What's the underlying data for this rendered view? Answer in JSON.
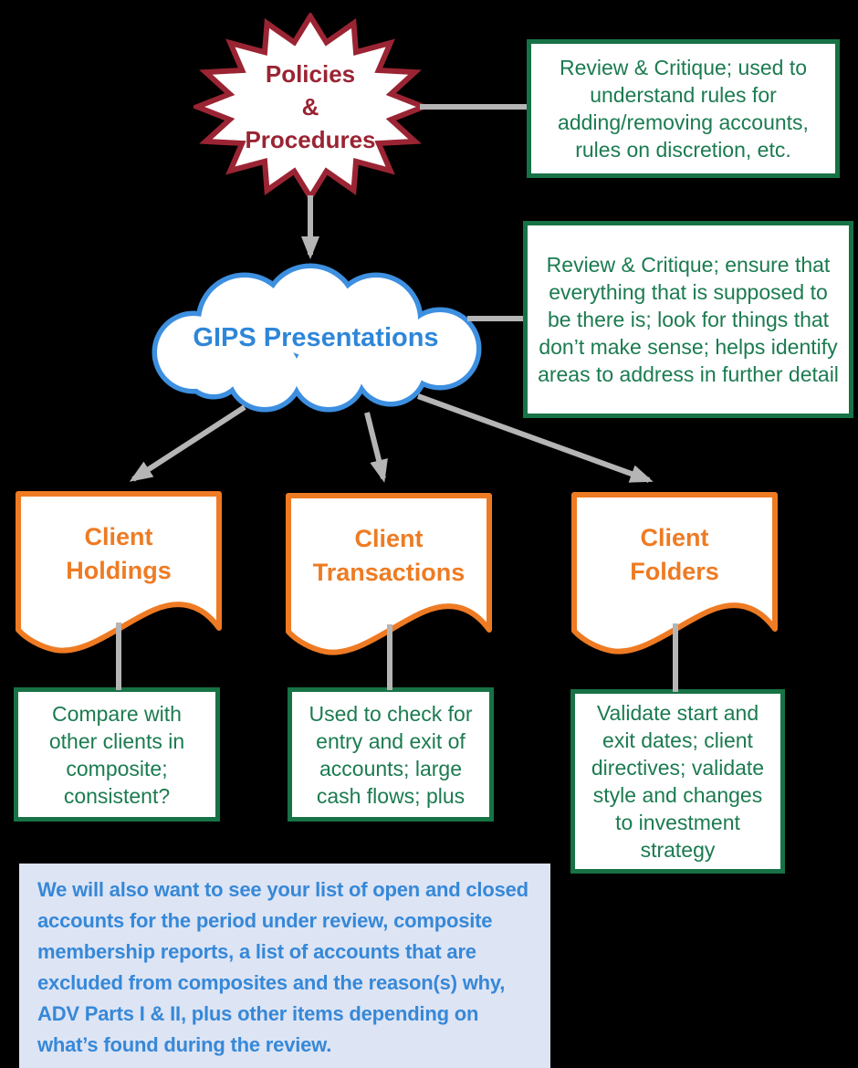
{
  "diagram": {
    "policies": {
      "line1": "Policies",
      "line2": "&",
      "line3": "Procedures"
    },
    "policies_note": "Review & Critique; used to understand rules for adding/removing accounts, rules on discretion, etc.",
    "gips": {
      "label": "GIPS Presentations"
    },
    "gips_note": "Review & Critique; ensure that everything that is supposed to be there is; look for things that don’t make sense; helps identify areas to address in further detail",
    "docs": [
      {
        "line1": "Client",
        "line2": "Holdings"
      },
      {
        "line1": "Client",
        "line2": "Transactions"
      },
      {
        "line1": "Client",
        "line2": "Folders"
      }
    ],
    "doc_notes": [
      "Compare with other clients in composite; consistent?",
      "Used to check for entry and exit of accounts; large cash flows; plus",
      "Validate start and exit dates; client directives; validate style and changes to investment strategy"
    ],
    "footer_note": "We will also want to see your list of open and closed accounts for the period under review, composite membership reports, a list of accounts that are excluded from composites and the reason(s) why, ADV Parts I & II, plus other items depending on what’s found during the review."
  },
  "colors": {
    "background": "#000000",
    "shape_fill": "#ffffff",
    "maroon": "#9a2433",
    "green_border": "#177245",
    "green_text": "#1b7b50",
    "blue_border": "#3d8fe0",
    "blue_text": "#2e86d8",
    "orange": "#ee7b23",
    "connector_gray": "#b5b5b5",
    "footer_bg": "#dde4f4",
    "footer_text": "#3688d8"
  }
}
